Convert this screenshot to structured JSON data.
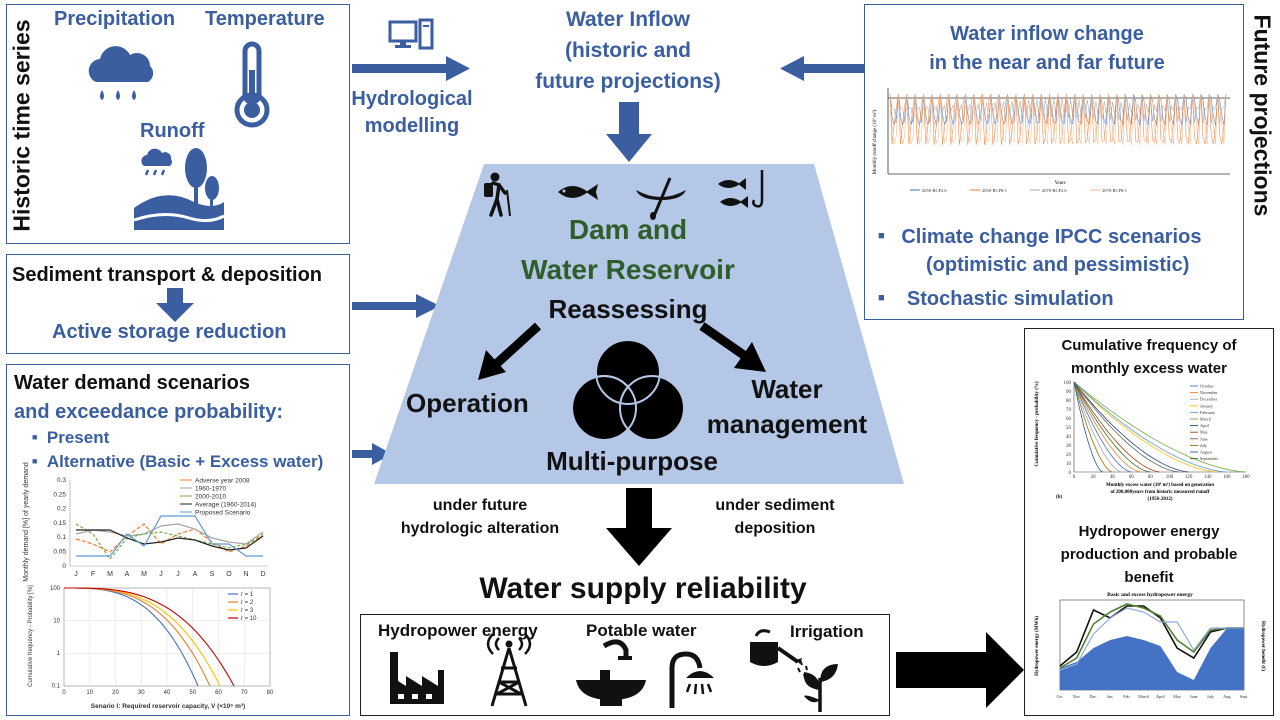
{
  "left_panel": {
    "vertical_title": "Historic time series",
    "precipitation": "Precipitation",
    "temperature": "Temperature",
    "runoff": "Runoff"
  },
  "hydrological": {
    "label_line1": "Hydrological",
    "label_line2": "modelling"
  },
  "water_inflow": {
    "line1": "Water Inflow",
    "line2": "(historic and",
    "line3": "future projections)"
  },
  "future_panel": {
    "vertical_title": "Future projections",
    "title_line1": "Water inflow change",
    "title_line2": "in the near and far future",
    "chart_ylabel": "Monthly runoff change (10⁶ m³)",
    "chart_xlabel": "Years",
    "legend": [
      "2050-RCP2.6",
      "2050-RCP8.5",
      "2070-RCP2.6",
      "2070-RCP8.5"
    ],
    "bullet1_line1": "Climate change IPCC scenarios",
    "bullet1_line2": "(optimistic and pessimistic)",
    "bullet2": "Stochastic simulation"
  },
  "sediment": {
    "title": "Sediment transport & deposition",
    "result": "Active storage reduction"
  },
  "demand": {
    "title_line1": "Water demand scenarios",
    "title_line2": "and exceedance probability:",
    "bullet1": "Present",
    "bullet2": "Alternative (Basic + Excess water)",
    "chart1_ylabel": "Monthly demand [%] of yearly demand",
    "chart1_legend": [
      "Adverse year 2008",
      "1960-1970",
      "2000-2010",
      "Average (1960-2014)",
      "Proposed Scenario"
    ],
    "chart1_months": [
      "J",
      "F",
      "M",
      "A",
      "M",
      "J",
      "J",
      "A",
      "S",
      "O",
      "N",
      "D"
    ],
    "chart1_yticks": [
      "0.3",
      "0.25",
      "0.2",
      "0.15",
      "0.1",
      "0.05",
      "0"
    ],
    "chart2_ylabel": "Cumulative frequency - Probability [%]",
    "chart2_legend": [
      "r = 1",
      "r = 2",
      "r = 3",
      "r = 10"
    ],
    "chart2_yticks": [
      "100",
      "10",
      "1",
      "0.1"
    ],
    "chart2_xticks": [
      "0",
      "10",
      "20",
      "30",
      "40",
      "50",
      "60",
      "70",
      "80"
    ],
    "chart2_xlabel": "Senario I: Required reservoir capacity, V (×10⁶ m³)"
  },
  "center": {
    "dam_line1": "Dam and",
    "dam_line2": "Water Reservoir",
    "reassessing": "Reassessing",
    "operation": "Operation",
    "water_mgmt_line1": "Water",
    "water_mgmt_line2": "management",
    "multipurpose": "Multi-purpose"
  },
  "conditions": {
    "left_line1": "under future",
    "left_line2": "hydrologic alteration",
    "right_line1": "under sediment",
    "right_line2": "deposition"
  },
  "reliability": "Water supply reliability",
  "uses": {
    "hydropower": "Hydropower energy",
    "potable": "Potable water",
    "irrigation": "Irrigation"
  },
  "right_panel": {
    "cf_title_line1": "Cumulative frequency of",
    "cf_title_line2": "monthly excess water",
    "cf_ylabel": "Cumulative frequency - probability (%)",
    "cf_xlabel_line1": "Monthly excess water (10⁶ m³) based on generation",
    "cf_xlabel_line2": "of 200,000years from historic measured runoff",
    "cf_xlabel_line3": "(1956-2012)",
    "cf_tag": "(b)",
    "cf_yticks": [
      "100",
      "90",
      "80",
      "70",
      "60",
      "50",
      "40",
      "30",
      "20",
      "10",
      "0"
    ],
    "cf_xticks": [
      "0",
      "20",
      "40",
      "60",
      "80",
      "100",
      "120",
      "140",
      "160",
      "180"
    ],
    "cf_legend": [
      "October",
      "November",
      "December",
      "January",
      "February",
      "March",
      "April",
      "May",
      "June",
      "July",
      "August",
      "September"
    ],
    "hp_title_line1": "Hydropower energy",
    "hp_title_line2": "production and probable",
    "hp_title_line3": "benefit",
    "hp_chart_title": "Basic and excess hydropower energy",
    "hp_ylabel_left": "Hydropower energy (MWh)",
    "hp_ylabel_right": "Hydropower benefit (€)",
    "hp_months": [
      "Oct.",
      "Nov.",
      "Dec.",
      "Jan.",
      "Feb.",
      "March",
      "April",
      "May",
      "June",
      "July",
      "Aug.",
      "Sept."
    ]
  },
  "colors": {
    "accent_blue": "#3a5ea0",
    "reservoir_fill": "#b4c7e7",
    "green_text": "#2e5e2a",
    "arrow_black": "#000000"
  }
}
